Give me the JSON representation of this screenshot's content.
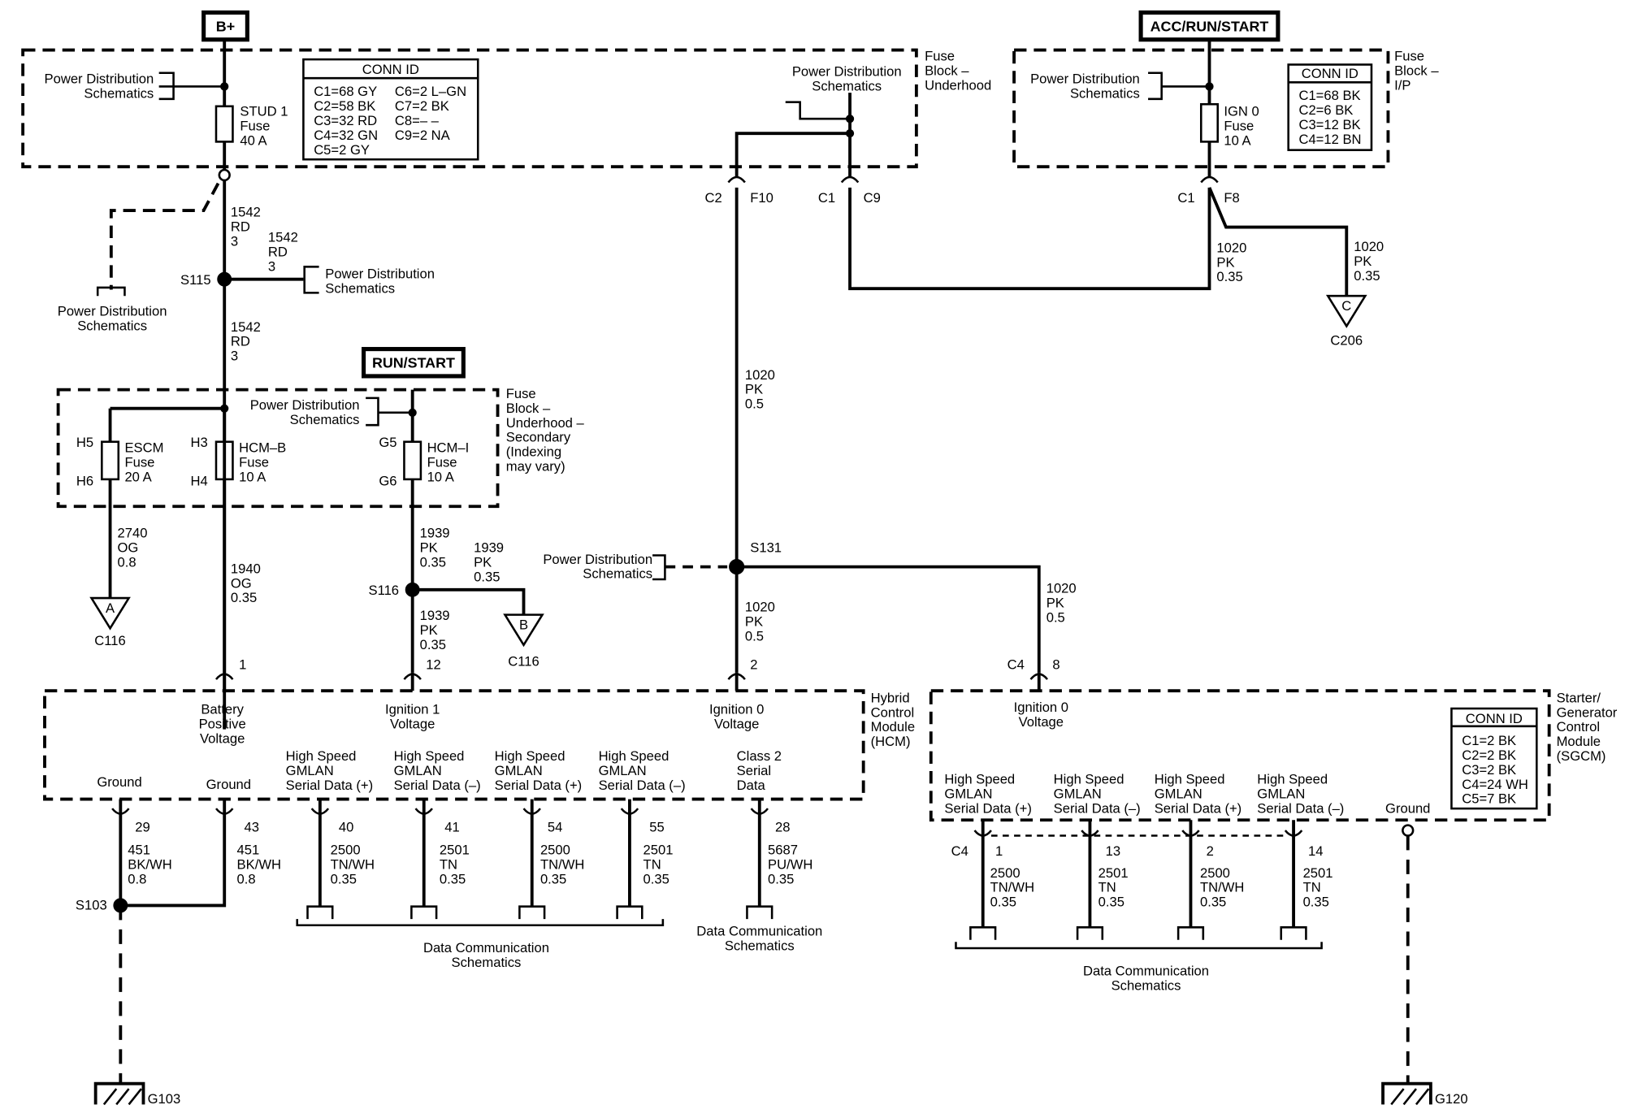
{
  "power_labels": {
    "b_plus": "B+",
    "acc_run_start": "ACC/RUN/START",
    "run_start": "RUN/START"
  },
  "blocks": {
    "fuse_block_underhood": [
      "Fuse",
      "Block –",
      "Underhood"
    ],
    "fuse_block_ip": [
      "Fuse",
      "Block –",
      "I/P"
    ],
    "fuse_block_secondary": [
      "Fuse",
      "Block –",
      "Underhood –",
      "Secondary",
      "(Indexing",
      "may vary)"
    ],
    "hcm": [
      "Hybrid",
      "Control",
      "Module",
      "(HCM)"
    ],
    "sgcm": [
      "Starter/",
      "Generator",
      "Control",
      "Module",
      "(SGCM)"
    ]
  },
  "conn_tables": {
    "underhood": {
      "title": "CONN ID",
      "col1": [
        "C1=68 GY",
        "C2=58 BK",
        "C3=32 RD",
        "C4=32 GN",
        "C5=2 GY"
      ],
      "col2": [
        "C6=2 L–GN",
        "C7=2 BK",
        "C8=– –",
        "C9=2 NA"
      ]
    },
    "ip": {
      "title": "CONN ID",
      "col1": [
        "C1=68 BK",
        "C2=6 BK",
        "C3=12 BK",
        "C4=12 BN"
      ]
    },
    "sgcm": {
      "title": "CONN ID",
      "col1": [
        "C1=2 BK",
        "C2=2 BK",
        "C3=2 BK",
        "C4=24 WH",
        "C5=7 BK"
      ]
    }
  },
  "references": {
    "pds": [
      "Power Distribution",
      "Schematics"
    ],
    "dcs": [
      "Data Communication",
      "Schematics"
    ]
  },
  "fuses": {
    "stud1": [
      "STUD 1",
      "Fuse",
      "40 A"
    ],
    "ign0": [
      "IGN 0",
      "Fuse",
      "10 A"
    ],
    "escm": [
      "ESCM",
      "Fuse",
      "20 A"
    ],
    "hcm_b": [
      "HCM–B",
      "Fuse",
      "10 A"
    ],
    "hcm_i": [
      "HCM–I",
      "Fuse",
      "10 A"
    ]
  },
  "pins": {
    "c2": "C2",
    "f10": "F10",
    "c1": "C1",
    "c9": "C9",
    "c1_ip": "C1",
    "f8": "F8",
    "h5": "H5",
    "h6": "H6",
    "h3": "H3",
    "h4": "H4",
    "g5": "G5",
    "g6": "G6",
    "hcm_1": "1",
    "hcm_12": "12",
    "hcm_2": "2",
    "c4": "C4",
    "sgcm_8": "8",
    "hcm_29": "29",
    "hcm_43": "43",
    "hcm_40": "40",
    "hcm_41": "41",
    "hcm_54": "54",
    "hcm_55": "55",
    "hcm_28": "28",
    "c4_b": "C4",
    "sgcm_1": "1",
    "sgcm_13": "13",
    "sgcm_2": "2",
    "sgcm_14": "14"
  },
  "splices": {
    "s115": "S115",
    "s116": "S116",
    "s131": "S131",
    "s103": "S103"
  },
  "wires": {
    "w1542_a": [
      "1542",
      "RD",
      "3"
    ],
    "w1542_b": [
      "1542",
      "RD",
      "3"
    ],
    "w1542_c": [
      "1542",
      "RD",
      "3"
    ],
    "w1020_ip": [
      "1020",
      "PK",
      "0.35"
    ],
    "w1020_c206": [
      "1020",
      "PK",
      "0.35"
    ],
    "w1020_main": [
      "1020",
      "PK",
      "0.5"
    ],
    "w1020_hcm": [
      "1020",
      "PK",
      "0.5"
    ],
    "w1020_sgcm": [
      "1020",
      "PK",
      "0.5"
    ],
    "w2740": [
      "2740",
      "OG",
      "0.8"
    ],
    "w1940": [
      "1940",
      "OG",
      "0.35"
    ],
    "w1939_a": [
      "1939",
      "PK",
      "0.35"
    ],
    "w1939_b": [
      "1939",
      "PK",
      "0.35"
    ],
    "w1939_c": [
      "1939",
      "PK",
      "0.35"
    ],
    "w451_a": [
      "451",
      "BK/WH",
      "0.8"
    ],
    "w451_b": [
      "451",
      "BK/WH",
      "0.8"
    ],
    "w2500_a": [
      "2500",
      "TN/WH",
      "0.35"
    ],
    "w2501_a": [
      "2501",
      "TN",
      "0.35"
    ],
    "w2500_b": [
      "2500",
      "TN/WH",
      "0.35"
    ],
    "w2501_b": [
      "2501",
      "TN",
      "0.35"
    ],
    "w5687": [
      "5687",
      "PU/WH",
      "0.35"
    ],
    "w2500_c": [
      "2500",
      "TN/WH",
      "0.35"
    ],
    "w2501_c": [
      "2501",
      "TN",
      "0.35"
    ],
    "w2500_d": [
      "2500",
      "TN/WH",
      "0.35"
    ],
    "w2501_d": [
      "2501",
      "TN",
      "0.35"
    ]
  },
  "offpage": {
    "c206": {
      "letter": "C",
      "label": "C206"
    },
    "a_c116": {
      "letter": "A",
      "label": "C116"
    },
    "b_c116": {
      "letter": "B",
      "label": "C116"
    }
  },
  "hcm_terminals": {
    "battery": [
      "Battery",
      "Positive",
      "Voltage"
    ],
    "ign1": [
      "Ignition 1",
      "Voltage"
    ],
    "ign0": [
      "Ignition 0",
      "Voltage"
    ],
    "gnd1": [
      "Ground"
    ],
    "gnd2": [
      "Ground"
    ],
    "hs1": [
      "High Speed",
      "GMLAN",
      "Serial Data (+)"
    ],
    "hs2": [
      "High Speed",
      "GMLAN",
      "Serial Data (–)"
    ],
    "hs3": [
      "High Speed",
      "GMLAN",
      "Serial Data (+)"
    ],
    "hs4": [
      "High Speed",
      "GMLAN",
      "Serial Data (–)"
    ],
    "class2": [
      "Class 2",
      "Serial",
      "Data"
    ]
  },
  "sgcm_terminals": {
    "ign0": [
      "Ignition 0",
      "Voltage"
    ],
    "hs1": [
      "High Speed",
      "GMLAN",
      "Serial Data (+)"
    ],
    "hs2": [
      "High Speed",
      "GMLAN",
      "Serial Data (–)"
    ],
    "hs3": [
      "High Speed",
      "GMLAN",
      "Serial Data (+)"
    ],
    "hs4": [
      "High Speed",
      "GMLAN",
      "Serial Data (–)"
    ],
    "gnd": [
      "Ground"
    ]
  },
  "grounds": {
    "g103": "G103",
    "g120": "G120"
  }
}
